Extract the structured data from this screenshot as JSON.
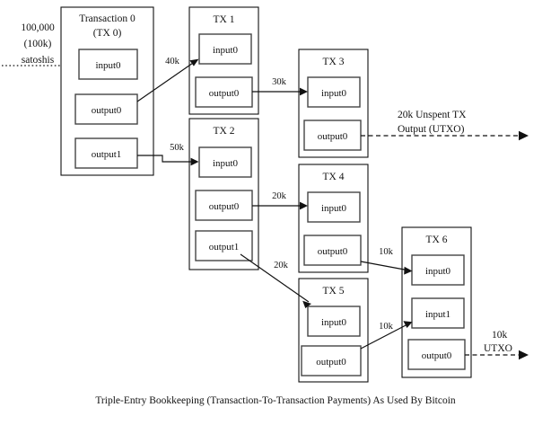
{
  "figure": {
    "caption": "Triple-Entry Bookkeeping (Transaction-To-Transaction Payments) As Used By Bitcoin",
    "colors": {
      "ink": "#111111",
      "box_stroke": "#444444",
      "background": "#ffffff"
    }
  },
  "source_label": {
    "line1": "100,000",
    "line2": "(100k)",
    "line3": "satoshis"
  },
  "transactions": [
    {
      "id": "tx0",
      "title_line1": "Transaction 0",
      "title_line2": "(TX 0)",
      "slots": [
        {
          "name": "input0",
          "label": "input0"
        },
        {
          "name": "output0",
          "label": "output0"
        },
        {
          "name": "output1",
          "label": "output1"
        }
      ]
    },
    {
      "id": "tx1",
      "title_line1": "TX 1",
      "title_line2": "",
      "slots": [
        {
          "name": "input0",
          "label": "input0"
        },
        {
          "name": "output0",
          "label": "output0"
        }
      ]
    },
    {
      "id": "tx2",
      "title_line1": "TX 2",
      "title_line2": "",
      "slots": [
        {
          "name": "input0",
          "label": "input0"
        },
        {
          "name": "output0",
          "label": "output0"
        },
        {
          "name": "output1",
          "label": "output1"
        }
      ]
    },
    {
      "id": "tx3",
      "title_line1": "TX 3",
      "title_line2": "",
      "slots": [
        {
          "name": "input0",
          "label": "input0"
        },
        {
          "name": "output0",
          "label": "output0"
        }
      ]
    },
    {
      "id": "tx4",
      "title_line1": "TX 4",
      "title_line2": "",
      "slots": [
        {
          "name": "input0",
          "label": "input0"
        },
        {
          "name": "output0",
          "label": "output0"
        }
      ]
    },
    {
      "id": "tx5",
      "title_line1": "TX 5",
      "title_line2": "",
      "slots": [
        {
          "name": "input0",
          "label": "input0"
        },
        {
          "name": "output0",
          "label": "output0"
        }
      ]
    },
    {
      "id": "tx6",
      "title_line1": "TX 6",
      "title_line2": "",
      "slots": [
        {
          "name": "input0",
          "label": "input0"
        },
        {
          "name": "input1",
          "label": "input1"
        },
        {
          "name": "output0",
          "label": "output0"
        }
      ]
    }
  ],
  "flows": [
    {
      "name": "funding-to-tx0",
      "label": "",
      "from": "external",
      "to": "tx0.input0",
      "style": "dotted"
    },
    {
      "name": "tx0-out0-to-tx1",
      "label": "40k",
      "from": "tx0.output0",
      "to": "tx1.input0",
      "style": "solid"
    },
    {
      "name": "tx0-out1-to-tx2",
      "label": "50k",
      "from": "tx0.output1",
      "to": "tx2.input0",
      "style": "solid"
    },
    {
      "name": "tx1-out0-to-tx3",
      "label": "30k",
      "from": "tx1.output0",
      "to": "tx3.input0",
      "style": "solid"
    },
    {
      "name": "tx2-out0-to-tx4",
      "label": "20k",
      "from": "tx2.output0",
      "to": "tx4.input0",
      "style": "solid"
    },
    {
      "name": "tx2-out1-to-tx5",
      "label": "20k",
      "from": "tx2.output1",
      "to": "tx5.input0",
      "style": "solid"
    },
    {
      "name": "tx4-out0-to-tx6",
      "label": "10k",
      "from": "tx4.output0",
      "to": "tx6.input0",
      "style": "solid"
    },
    {
      "name": "tx5-out0-to-tx6",
      "label": "10k",
      "from": "tx5.output0",
      "to": "tx6.input1",
      "style": "solid"
    },
    {
      "name": "tx3-out0-unspent",
      "label": "",
      "from": "tx3.output0",
      "to": "unspent",
      "style": "dashed"
    },
    {
      "name": "tx6-out0-unspent",
      "label": "",
      "from": "tx6.output0",
      "to": "unspent",
      "style": "dashed"
    }
  ],
  "utxo_annotations": [
    {
      "name": "tx3-utxo",
      "line1": "20k Unspent TX",
      "line2": "Output (UTXO)"
    },
    {
      "name": "tx6-utxo",
      "line1": "10k",
      "line2": "UTXO"
    }
  ]
}
